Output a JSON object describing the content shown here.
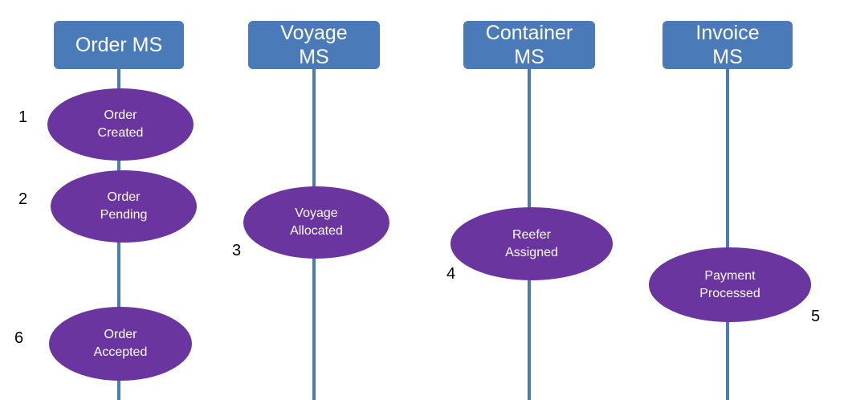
{
  "colors": {
    "header_fill": "#4a7ab8",
    "lifeline": "#4a7ab8",
    "event_fill": "#6b35a0",
    "header_text": "#ffffff",
    "event_text": "#ffffff",
    "step_text": "#000000"
  },
  "services": {
    "order": "Order MS",
    "voyage": "Voyage\nMS",
    "container": "Container\nMS",
    "invoice": "Invoice\nMS"
  },
  "events": {
    "order_created": "Order\nCreated",
    "order_pending": "Order\nPending",
    "voyage_allocated": "Voyage\nAllocated",
    "reefer_assigned": "Reefer\nAssigned",
    "payment_processed": "Payment\nProcessed",
    "order_accepted": "Order\nAccepted"
  },
  "steps": {
    "s1": "1",
    "s2": "2",
    "s3": "3",
    "s4": "4",
    "s5": "5",
    "s6": "6"
  }
}
